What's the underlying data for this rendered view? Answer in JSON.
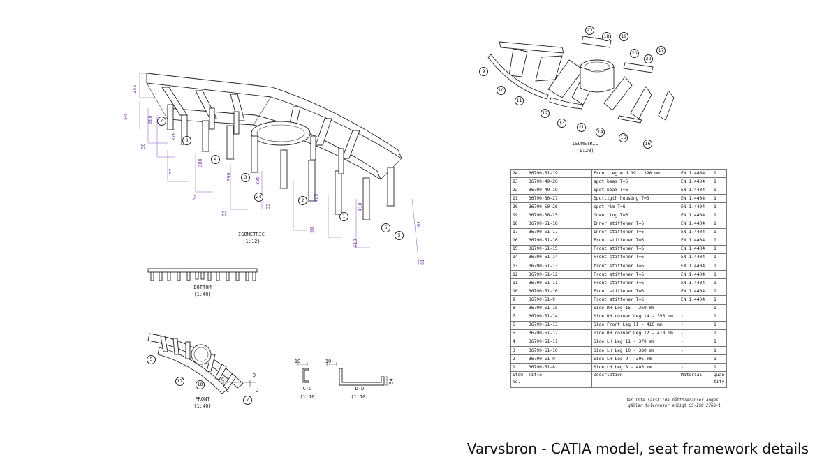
{
  "caption": "Varvsbron - CATIA model, seat framework details",
  "views": {
    "isometric_main": {
      "title": "ISOMETRIC",
      "scale": "(1:12)"
    },
    "isometric_top": {
      "title": "ISOMETRIC",
      "scale": "(1:20)"
    },
    "bottom": {
      "title": "BOTTOM",
      "scale": "(1:40)"
    },
    "front": {
      "title": "FRONT",
      "scale": "(1:40)"
    },
    "section_cc": {
      "title": "C-C",
      "scale": "(1:10)",
      "dim": "10"
    },
    "section_dd": {
      "title": "D-D",
      "scale": "(1:10)",
      "dim": "10"
    }
  },
  "section_markers": {
    "c1": "C",
    "c2": "C",
    "d1": "D",
    "d2": "D"
  },
  "dimensions": [
    "355",
    "54",
    "360",
    "56",
    "370",
    "57",
    "380",
    "57",
    "390",
    "55",
    "395",
    "55",
    "405",
    "56",
    "410",
    "410",
    "61"
  ],
  "callouts_main": [
    "7",
    "8",
    "4",
    "3",
    "24",
    "2",
    "1",
    "6",
    "5"
  ],
  "callouts_top": [
    "23",
    "18",
    "19",
    "17",
    "20",
    "22",
    "9",
    "10",
    "11",
    "12",
    "13",
    "21",
    "14",
    "15",
    "16"
  ],
  "callouts_front": [
    "5",
    "17",
    "18",
    "7"
  ],
  "bom": {
    "headers": {
      "item": "Item No.",
      "title": "Title",
      "description": "Description",
      "material": "Material",
      "quantity": "Quantity"
    },
    "rows": [
      {
        "item": "24",
        "title": "36790-51-19",
        "description": "Front Leg mid 19 - 390 mm",
        "material": "EN 1.4404",
        "qty": "1"
      },
      {
        "item": "23",
        "title": "36790-49-20",
        "description": "spot beam T=6",
        "material": "EN 1.4404",
        "qty": "1"
      },
      {
        "item": "22",
        "title": "36790-49-19",
        "description": "Spot beam T=6",
        "material": "EN 1.4404",
        "qty": "1"
      },
      {
        "item": "21",
        "title": "36790-50-27",
        "description": "Spotligth housing T=3",
        "material": "EN 1.4404",
        "qty": "1"
      },
      {
        "item": "20",
        "title": "36790-50-26",
        "description": "spot rim T=6",
        "material": "EN 1.4404",
        "qty": "1"
      },
      {
        "item": "19",
        "title": "36790-50-25",
        "description": "Down ring T=6",
        "material": "EN 1.4404",
        "qty": "1"
      },
      {
        "item": "18",
        "title": "36790-51-18",
        "description": "Inner stiffener T=6",
        "material": "EN 1.4404",
        "qty": "1"
      },
      {
        "item": "17",
        "title": "36790-51-17",
        "description": "Inner stiffener T=6",
        "material": "EN 1.4404",
        "qty": "1"
      },
      {
        "item": "16",
        "title": "36790-51-16",
        "description": "Front stiffener T=6",
        "material": "EN 1.4404",
        "qty": "1"
      },
      {
        "item": "15",
        "title": "36790-51-15",
        "description": "Front stiffener T=6",
        "material": "EN 1.4404",
        "qty": "1"
      },
      {
        "item": "14",
        "title": "36790-51-14",
        "description": "Front stiffener T=6",
        "material": "EN 1.4404",
        "qty": "1"
      },
      {
        "item": "13",
        "title": "36790-51-13",
        "description": "front stiffener T=6",
        "material": "EN 1.4404",
        "qty": "1"
      },
      {
        "item": "12",
        "title": "36790-51-12",
        "description": "Front stiffener T=6",
        "material": "EN 1.4404",
        "qty": "1"
      },
      {
        "item": "11",
        "title": "36790-51-11",
        "description": "Front stiffener T=6",
        "material": "EN 1.4404",
        "qty": "1"
      },
      {
        "item": "10",
        "title": "36790-51-10",
        "description": "Front stiffener T=6",
        "material": "EN 1.4404",
        "qty": "1"
      },
      {
        "item": "9",
        "title": "36790-51-9",
        "description": "Front stiffener T=6",
        "material": "EN 1.4404",
        "qty": "1"
      },
      {
        "item": "8",
        "title": "36790-51-15",
        "description": "Side RH Leg 15 - 360 mm",
        "material": "-",
        "qty": "1"
      },
      {
        "item": "7",
        "title": "36790-51-14",
        "description": "Side RH corner Leg 14 - 355 mm",
        "material": "-",
        "qty": "1"
      },
      {
        "item": "6",
        "title": "36790-51-13",
        "description": "Side Front Leg 11 - 410 mm",
        "material": "-",
        "qty": "1"
      },
      {
        "item": "5",
        "title": "36790-51-12",
        "description": "Side RH corner Leg 12 - 410 mm",
        "material": "-",
        "qty": "1"
      },
      {
        "item": "4",
        "title": "36790-51-11",
        "description": "Side LH Leg 11 - 370 mm",
        "material": "-",
        "qty": "1"
      },
      {
        "item": "3",
        "title": "36790-51-10",
        "description": "Side LH Leg 10 - 380 mm",
        "material": "-",
        "qty": "1"
      },
      {
        "item": "2",
        "title": "36790-51-9",
        "description": "Side LH Leg 9 - 395 mm",
        "material": "-",
        "qty": "1"
      },
      {
        "item": "1",
        "title": "36790-51-8",
        "description": "Side LH Leg 8 - 405 mm",
        "material": "-",
        "qty": "1"
      }
    ]
  },
  "tolerance_note": "Där inte särskilda måttoleranser anges, gäller toleranser enligt SS-ISO 2768-1"
}
